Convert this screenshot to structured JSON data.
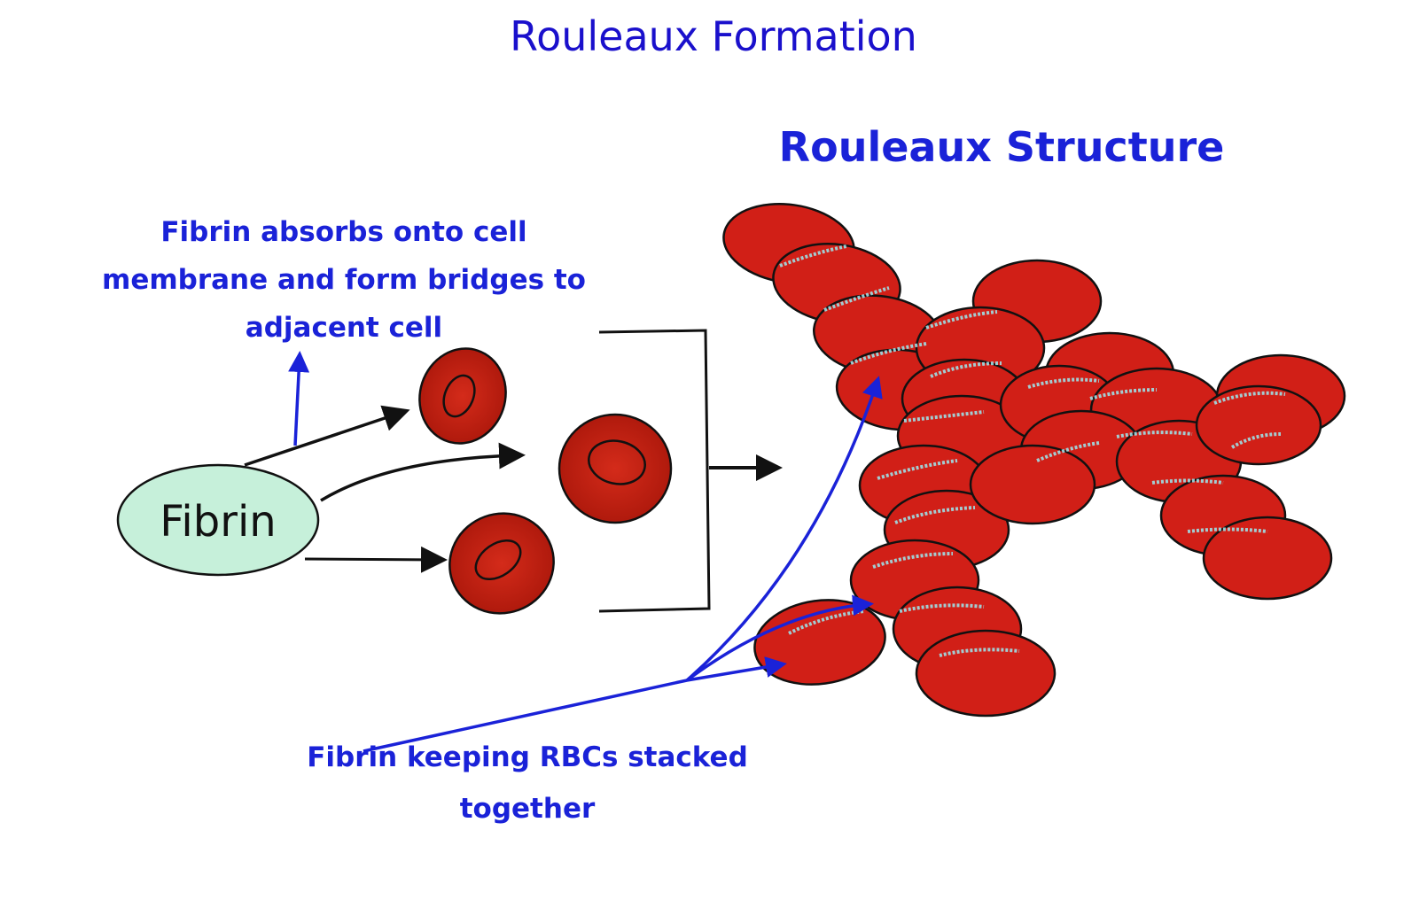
{
  "title": "Rouleaux Formation",
  "panel_heading": "Rouleaux Structure",
  "fibrin_label": "Fibrin",
  "annotation_top": {
    "lines": [
      "Fibrin absorbs onto cell",
      "membrane and form bridges to",
      "adjacent cell"
    ]
  },
  "annotation_bottom": {
    "lines": [
      "Fibrin keeping RBCs stacked",
      "together"
    ]
  },
  "colors": {
    "title": "#1a10cc",
    "annotation": "#1a22d8",
    "fibrin_fill": "#c6f0da",
    "rbc_fill": "#c21b0d",
    "rouleaux_fill": "#d11f17",
    "fibrin_bridge": "#9fdfe6",
    "arrow_black": "#111111",
    "arrow_blue": "#1a22d8"
  }
}
